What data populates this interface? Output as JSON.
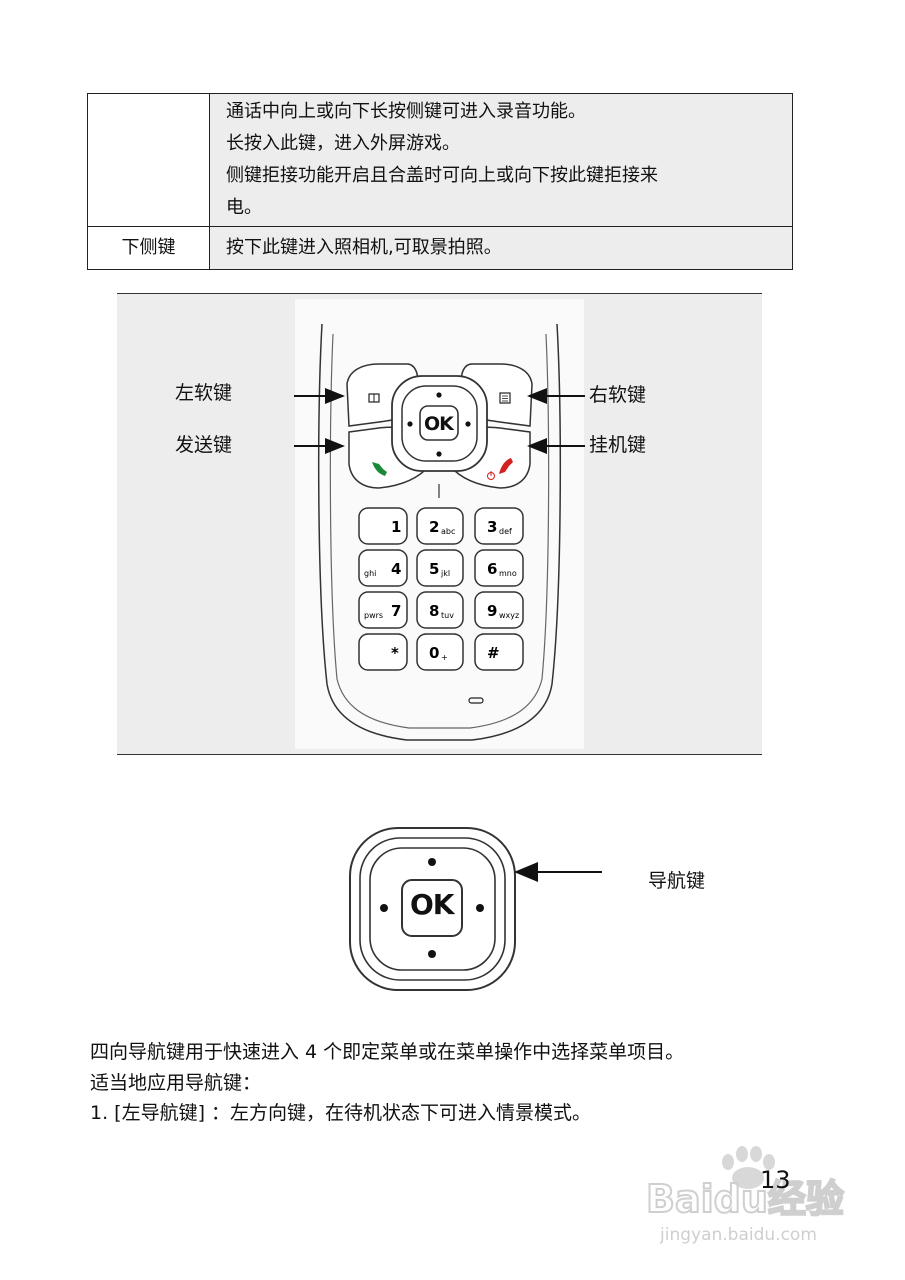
{
  "table": {
    "rows": [
      {
        "name": "",
        "lines": [
          "通话中向上或向下长按侧键可进入录音功能。",
          "长按入此键，进入外屏游戏。",
          "侧键拒接功能开启且合盖时可向上或向下按此键拒接来",
          "电。"
        ]
      },
      {
        "name": "下侧键",
        "lines": [
          "按下此键进入照相机,可取景拍照。"
        ]
      }
    ]
  },
  "figure": {
    "labels": {
      "left_soft_key": "左软键",
      "send_key": "发送键",
      "right_soft_key": "右软键",
      "end_key": "挂机键"
    },
    "ok_label": "OK",
    "keypad": [
      {
        "digit": "1",
        "letters": ""
      },
      {
        "digit": "2",
        "letters": "abc"
      },
      {
        "digit": "3",
        "letters": "def"
      },
      {
        "digit": "4",
        "letters": "ghi"
      },
      {
        "digit": "5",
        "letters": "jkl"
      },
      {
        "digit": "6",
        "letters": "mno"
      },
      {
        "digit": "7",
        "letters": "pwrs"
      },
      {
        "digit": "8",
        "letters": "tuv"
      },
      {
        "digit": "9",
        "letters": "wxyz"
      },
      {
        "digit": "*",
        "letters": ""
      },
      {
        "digit": "0",
        "letters": "+"
      },
      {
        "digit": "#",
        "letters": ""
      }
    ],
    "colors": {
      "send": "#1a8a3a",
      "end": "#d42020"
    }
  },
  "nav_figure": {
    "ok_label": "OK",
    "label": "导航键"
  },
  "body": {
    "para1": "四向导航键用于快速进入  4  个即定菜单或在菜单操作中选择菜单项目。",
    "para2": "适当地应用导航键：",
    "para3": "1. [左导航键]  ：左方向键，在待机状态下可进入情景模式。"
  },
  "page_number": "13",
  "watermark": {
    "brand": "Baidu经验",
    "url": "jingyan.baidu.com"
  }
}
